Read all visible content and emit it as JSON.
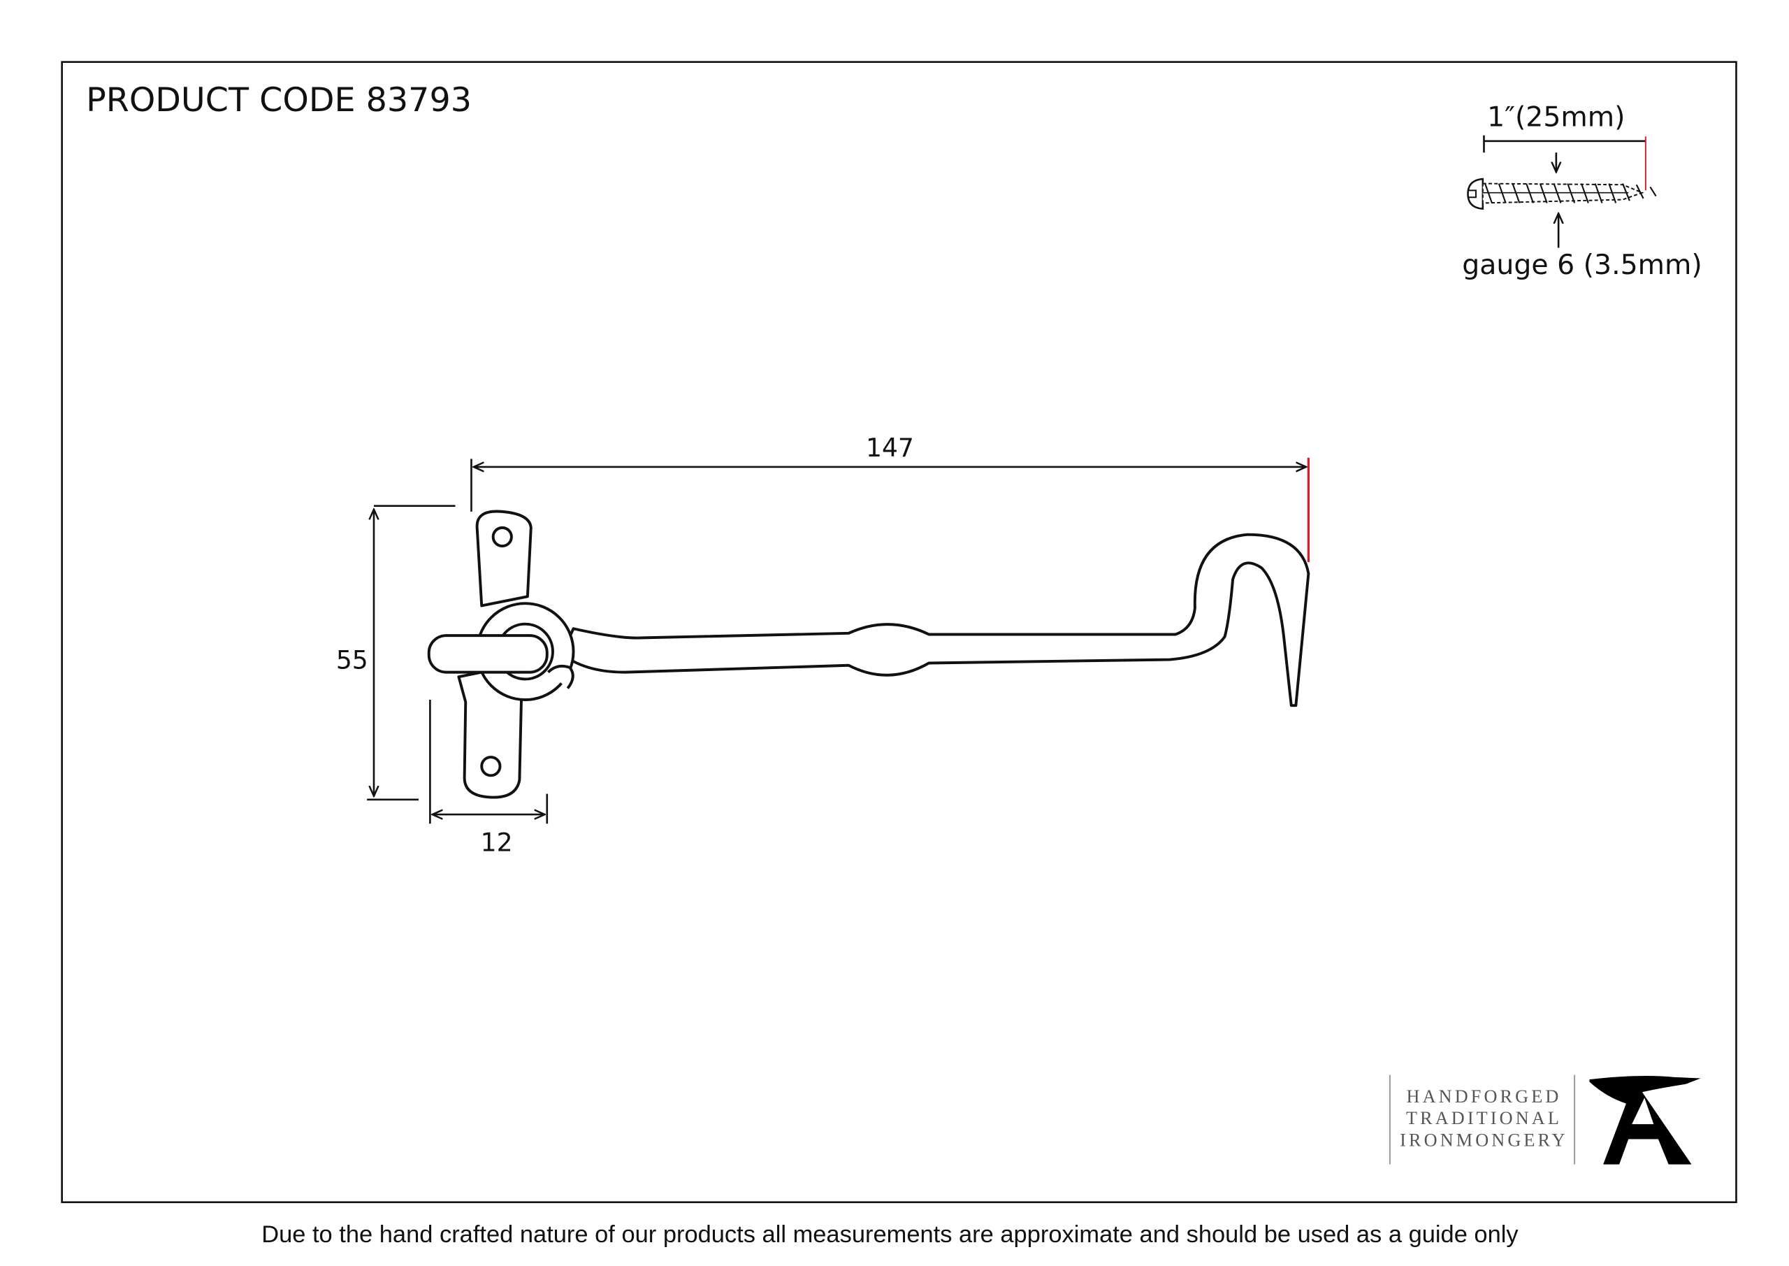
{
  "header": {
    "product_code": "PRODUCT CODE 83793"
  },
  "screw": {
    "length_label": "1″(25mm)",
    "gauge_label": "gauge 6 (3.5mm)"
  },
  "dimensions": {
    "length": "147",
    "height": "55",
    "width": "12"
  },
  "logo": {
    "line1": "HANDFORGED",
    "line2": "TRADITIONAL",
    "line3": "IRONMONGERY"
  },
  "footer": {
    "disclaimer": "Due to the hand crafted nature of our products all measurements are approximate and should be used as a guide only"
  },
  "colors": {
    "accent_line": "#d0202a",
    "ink": "#111111"
  }
}
